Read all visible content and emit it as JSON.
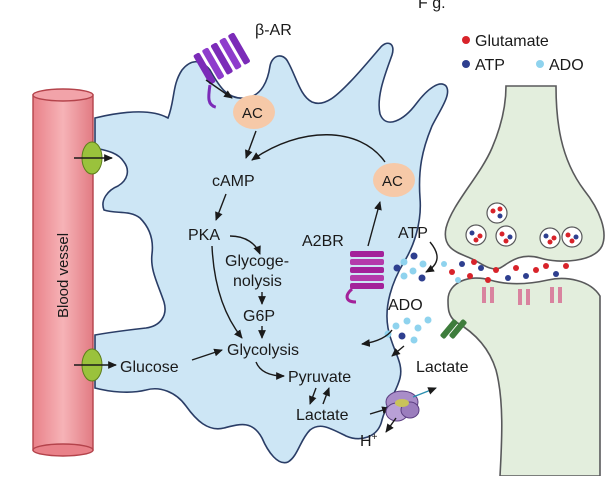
{
  "top_partial_label": "F g.",
  "legend": {
    "glutamate": "Glutamate",
    "atp": "ATP",
    "ado": "ADO",
    "colors": {
      "glutamate": "#d8232a",
      "atp": "#2e3f8f",
      "ado": "#8fd3ee"
    }
  },
  "receptors": {
    "beta_ar": "β-AR",
    "a2br": "A2BR"
  },
  "enzymes": {
    "ac_top": "AC",
    "ac_right": "AC"
  },
  "pathway": {
    "camp": "cAMP",
    "pka": "PKA",
    "glycogenolysis_line1": "Glycoge-",
    "glycogenolysis_line2": "nolysis",
    "g6p": "G6P",
    "glycolysis": "Glycolysis",
    "glucose": "Glucose",
    "pyruvate": "Pyruvate",
    "lactate_inside": "Lactate",
    "h_plus": "H",
    "h_plus_sup": "+"
  },
  "extracellular": {
    "atp": "ATP",
    "ado": "ADO",
    "lactate": "Lactate"
  },
  "blood_vessel": "Blood vessel",
  "colors": {
    "cell_fill": "#cde6f5",
    "cell_stroke": "#2a3d66",
    "vessel_fill": "#f19aa0",
    "vessel_stroke": "#b4434b",
    "transporter": "#9ac23c",
    "receptor": "#7b2bb8",
    "a2br": "#a3229a",
    "ac_fill": "#f6c9a8",
    "neuron_fill": "#e3eedd",
    "neuron_stroke": "#59595b",
    "synaptic_receptor": "#d9839f",
    "channel_green": "#3e7d3c",
    "mct": "#a98dc8"
  }
}
